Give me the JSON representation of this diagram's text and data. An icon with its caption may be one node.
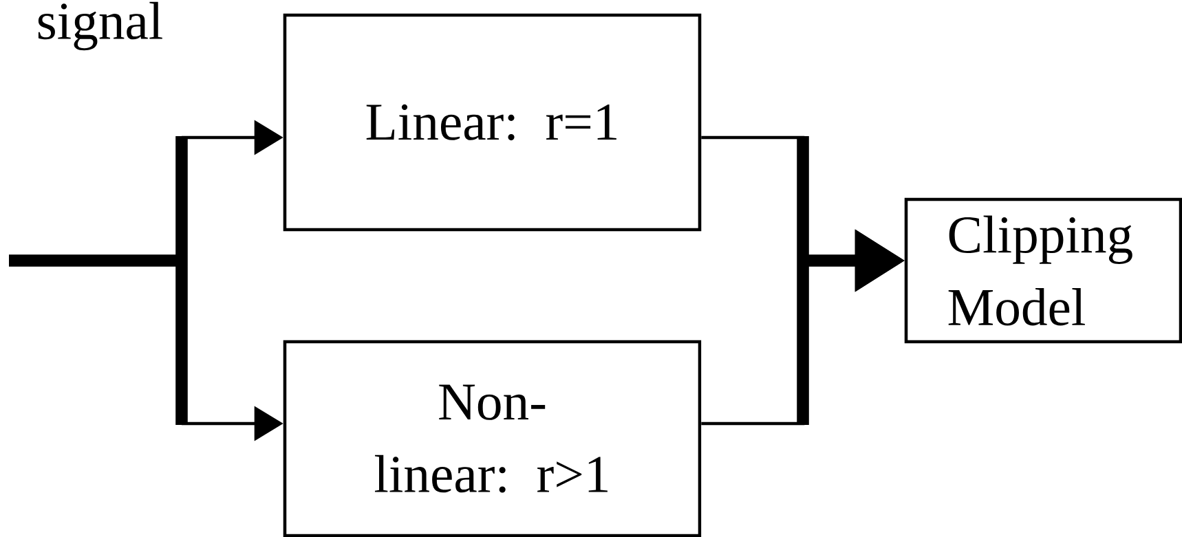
{
  "diagram": {
    "nodes": [
      {
        "text": [
          "Linear: r=1"
        ]
      },
      {
        "text": [
          "Non-linear: r>1"
        ]
      },
      {
        "text": [
          "Clipping Model"
        ]
      }
    ],
    "edges": [
      {
        "from": null,
        "to": 0,
        "arrow": "to"
      },
      {
        "from": null,
        "to": 1,
        "arrow": "to"
      },
      {
        "from": 0,
        "to": 2,
        "arrow": "to"
      },
      {
        "from": 1,
        "to": 2,
        "arrow": "to"
      }
    ],
    "labels": [
      "signal"
    ]
  }
}
